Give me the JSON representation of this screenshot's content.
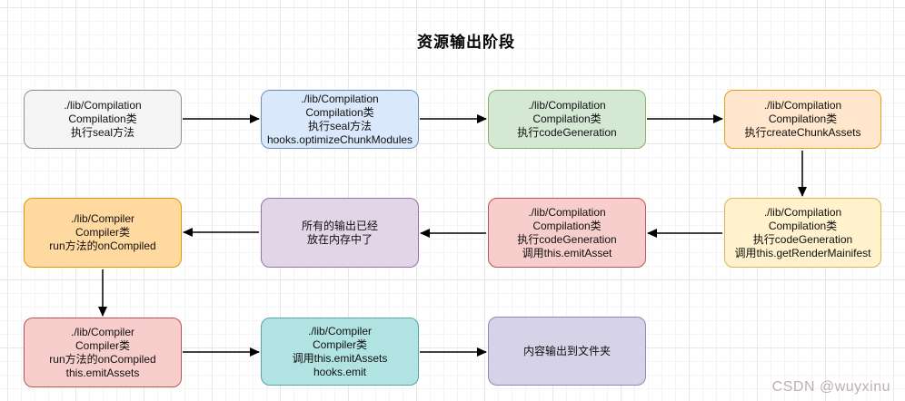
{
  "title": "资源输出阶段",
  "watermark": "CSDN @wuyxinu",
  "colors": {
    "gray": {
      "fill": "#f5f5f5",
      "stroke": "#8f8f8f"
    },
    "blue": {
      "fill": "#dae8fc",
      "stroke": "#6c8ebf"
    },
    "green": {
      "fill": "#d5e8d4",
      "stroke": "#82b366"
    },
    "peach": {
      "fill": "#ffe6cc",
      "stroke": "#d9a41f"
    },
    "yellow": {
      "fill": "#fff2cc",
      "stroke": "#d6b656"
    },
    "red": {
      "fill": "#f8cecc",
      "stroke": "#b85450"
    },
    "purple": {
      "fill": "#e1d5e7",
      "stroke": "#9673a6"
    },
    "orange": {
      "fill": "#ffd9a0",
      "stroke": "#d79b00"
    },
    "teal": {
      "fill": "#b0e3e2",
      "stroke": "#55a6a6"
    },
    "lavender": {
      "fill": "#d6d2e8",
      "stroke": "#8d87b8"
    },
    "arrow": "#000000"
  },
  "nodes": [
    {
      "id": "compilation-seal",
      "color": "gray",
      "lines": [
        "./lib/Compilation",
        "Compilation类",
        "执行seal方法"
      ]
    },
    {
      "id": "optimize-chunk-modules",
      "color": "blue",
      "lines": [
        "./lib/Compilation",
        "Compilation类",
        "执行seal方法",
        "hooks.optimizeChunkModules"
      ]
    },
    {
      "id": "code-generation",
      "color": "green",
      "lines": [
        "./lib/Compilation",
        "Compilation类",
        "执行codeGeneration"
      ]
    },
    {
      "id": "create-chunk-assets",
      "color": "peach",
      "lines": [
        "./lib/Compilation",
        "Compilation类",
        "执行createChunkAssets"
      ]
    },
    {
      "id": "get-render-manifest",
      "color": "yellow",
      "lines": [
        "./lib/Compilation",
        "Compilation类",
        "执行codeGeneration",
        "调用this.getRenderMainifest"
      ]
    },
    {
      "id": "emit-asset",
      "color": "red",
      "lines": [
        "./lib/Compilation",
        "Compilation类",
        "执行codeGeneration",
        "调用this.emitAsset"
      ]
    },
    {
      "id": "output-in-memory",
      "color": "purple",
      "lines": [
        "所有的输出已经",
        "放在内存中了"
      ]
    },
    {
      "id": "run-on-compiled",
      "color": "orange",
      "lines": [
        "./lib/Compiler",
        "Compiler类",
        "run方法的onCompiled"
      ]
    },
    {
      "id": "on-compiled-emit-assets",
      "color": "red",
      "lines": [
        "./lib/Compiler",
        "Compiler类",
        "run方法的onCompiled",
        "this.emitAssets"
      ]
    },
    {
      "id": "hooks-emit",
      "color": "teal",
      "lines": [
        "./lib/Compiler",
        "Compiler类",
        "调用this.emitAssets",
        "hooks.emit"
      ]
    },
    {
      "id": "output-to-folder",
      "color": "lavender",
      "lines": [
        "内容输出到文件夹"
      ]
    }
  ],
  "edges": [
    {
      "from": "compilation-seal",
      "to": "optimize-chunk-modules"
    },
    {
      "from": "optimize-chunk-modules",
      "to": "code-generation"
    },
    {
      "from": "code-generation",
      "to": "create-chunk-assets"
    },
    {
      "from": "create-chunk-assets",
      "to": "get-render-manifest"
    },
    {
      "from": "get-render-manifest",
      "to": "emit-asset"
    },
    {
      "from": "emit-asset",
      "to": "output-in-memory"
    },
    {
      "from": "output-in-memory",
      "to": "run-on-compiled"
    },
    {
      "from": "run-on-compiled",
      "to": "on-compiled-emit-assets"
    },
    {
      "from": "on-compiled-emit-assets",
      "to": "hooks-emit"
    },
    {
      "from": "hooks-emit",
      "to": "output-to-folder"
    }
  ]
}
